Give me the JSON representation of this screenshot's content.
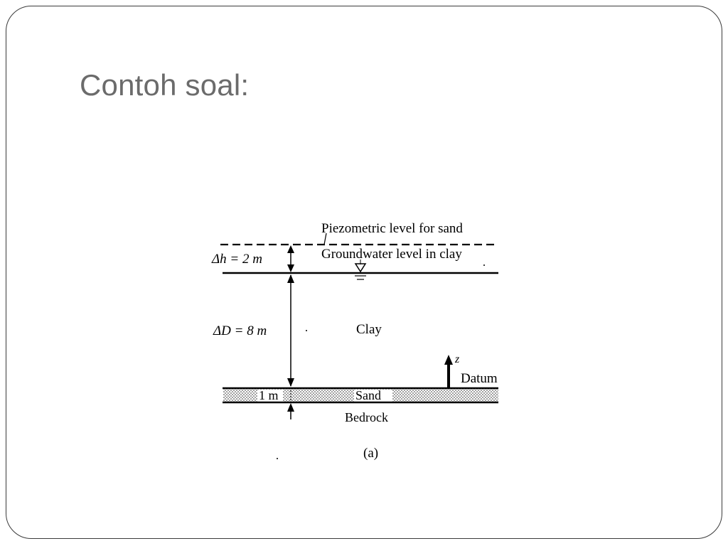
{
  "slide": {
    "title": "Contoh soal:"
  },
  "diagram": {
    "piezometric_label": "Piezometric level for sand",
    "groundwater_label": "Groundwater level in clay",
    "delta_h_label": "Δh = 2 m",
    "delta_d_label": "ΔD = 8 m",
    "clay_label": "Clay",
    "sand_thickness_label": "1 m",
    "sand_label": "Sand",
    "bedrock_label": "Bedrock",
    "datum_label": "Datum",
    "z_label": "z",
    "caption": "(a)"
  }
}
